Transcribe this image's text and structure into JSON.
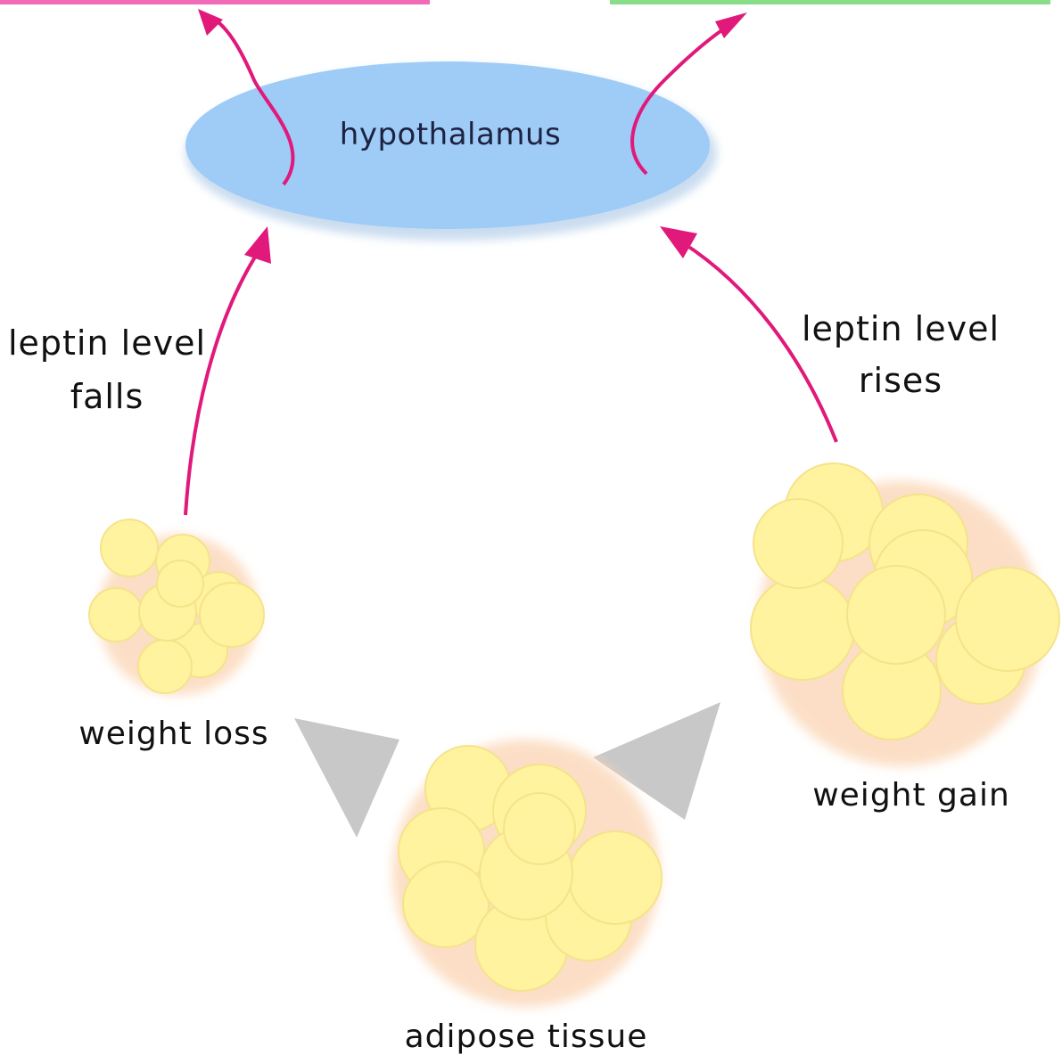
{
  "diagram": {
    "hypothalamus": {
      "label": "hypothalamus"
    },
    "left_signal": {
      "line1": "leptin level",
      "line2": "falls"
    },
    "right_signal": {
      "line1": "leptin level",
      "line2": "rises"
    },
    "weight_loss": {
      "label": "weight loss"
    },
    "weight_gain": {
      "label": "weight gain"
    },
    "adipose": {
      "label": "adipose tissue"
    }
  },
  "colors": {
    "hypothalamus_fill": "#9fcbf7",
    "arrow": "#e0197a",
    "fat_cell": "#fff3a0",
    "fat_cell_edge": "#f2d98a",
    "triangle": "#c8c8c8",
    "top_left_bar": "#f06ab8",
    "top_right_bar": "#88dd88"
  }
}
